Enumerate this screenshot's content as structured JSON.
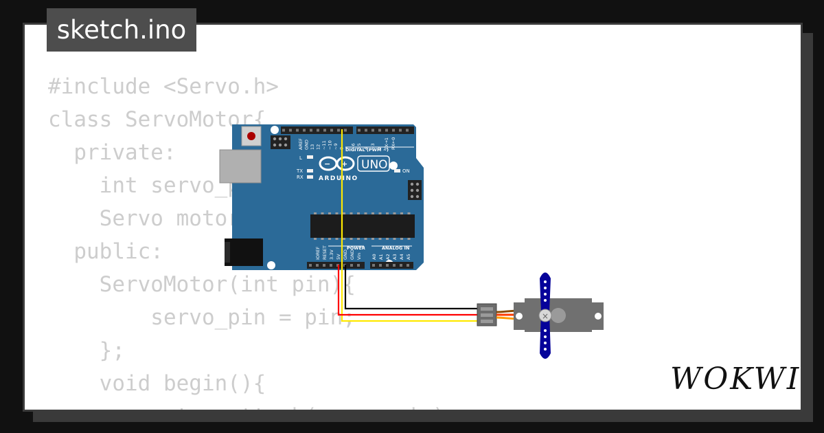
{
  "file_tab": {
    "label": "sketch.ino"
  },
  "code_lines": [
    "#include <Servo.h>",
    "class ServoMotor{",
    "  private:",
    "    int servo_pin;",
    "    Servo motor;",
    "  public:",
    "    ServoMotor(int pin){",
    "        servo_pin = pin;",
    "    };",
    "    void begin(){",
    "        motor.attach(servo_pin);"
  ],
  "arduino": {
    "model": "UNO",
    "brand": "ARDUINO",
    "digital_header": "DIGITAL (PWM ~)",
    "digital_pins": [
      "AREF",
      "GND",
      "13",
      "12",
      "~11",
      "~10",
      "~9",
      "8",
      "7",
      "~6",
      "~5",
      "4",
      "~3",
      "2",
      "TX→1",
      "RX←0"
    ],
    "power_header": "POWER",
    "power_pins": [
      "IOREF",
      "RESET",
      "3.3V",
      "5V",
      "GND",
      "GND",
      "Vin"
    ],
    "analog_header": "ANALOG IN",
    "analog_pins": [
      "A0",
      "A1",
      "A2",
      "A3",
      "A4",
      "A5"
    ],
    "led_labels": {
      "l": "L",
      "tx": "TX",
      "rx": "RX",
      "on": "ON"
    }
  },
  "wires": {
    "signal_color": "#ffe900",
    "power_color": "#ff0000",
    "ground_color": "#000000"
  },
  "colors": {
    "board": "#2b6a98",
    "servo_body": "#707070",
    "servo_horn": "#06039a",
    "code_text": "#cdcdcd",
    "tab_bg": "#4d4d4d"
  },
  "brand_logo": {
    "text": "WOKWI"
  }
}
